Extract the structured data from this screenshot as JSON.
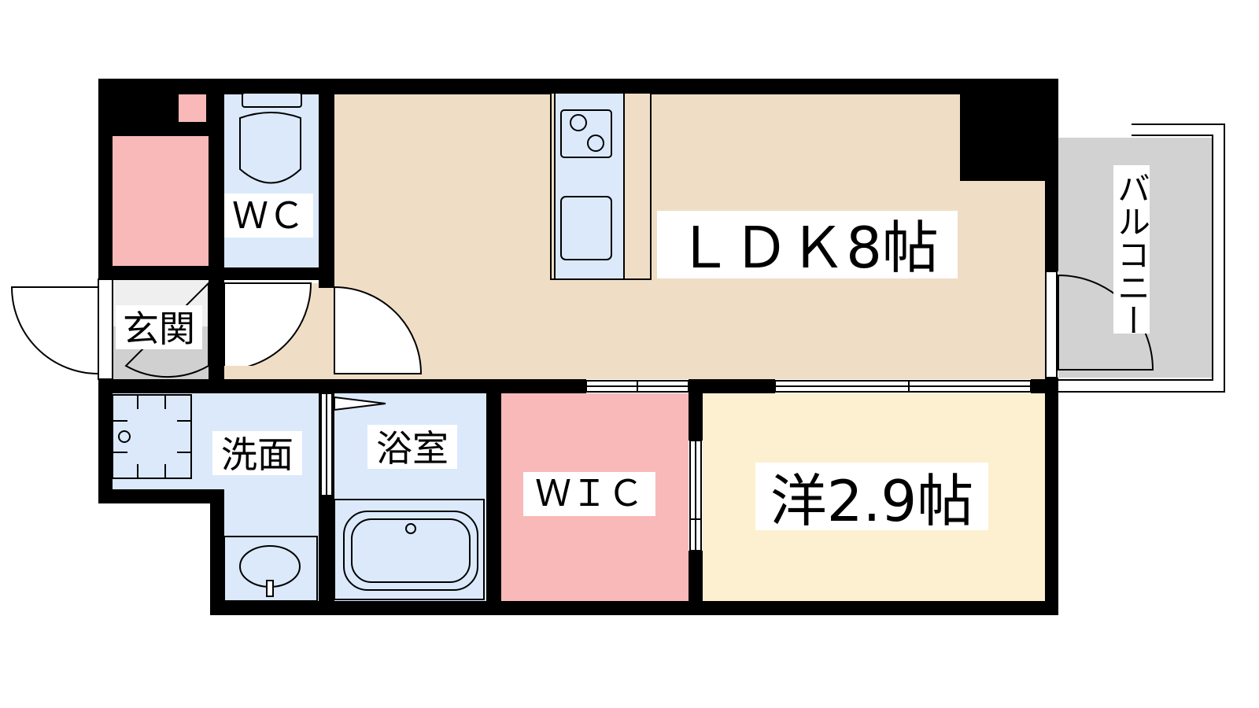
{
  "rooms": {
    "ldk": "ＬＤＫ8帖",
    "western": "洋2.9帖",
    "wic": "ＷＩＣ",
    "wc": "ＷＣ",
    "entrance": "玄関",
    "washroom": "洗面",
    "bathroom": "浴室",
    "balcony": "バルコニー"
  },
  "colors": {
    "wall": "#000000",
    "ldk_floor": "#efdec5",
    "western_floor": "#fdf0d0",
    "storage_pink": "#f9b9b9",
    "wet_area_blue": "#dbe9fb",
    "entrance_floor": "#d0d0d0",
    "balcony_floor": "#d2d2d2"
  }
}
